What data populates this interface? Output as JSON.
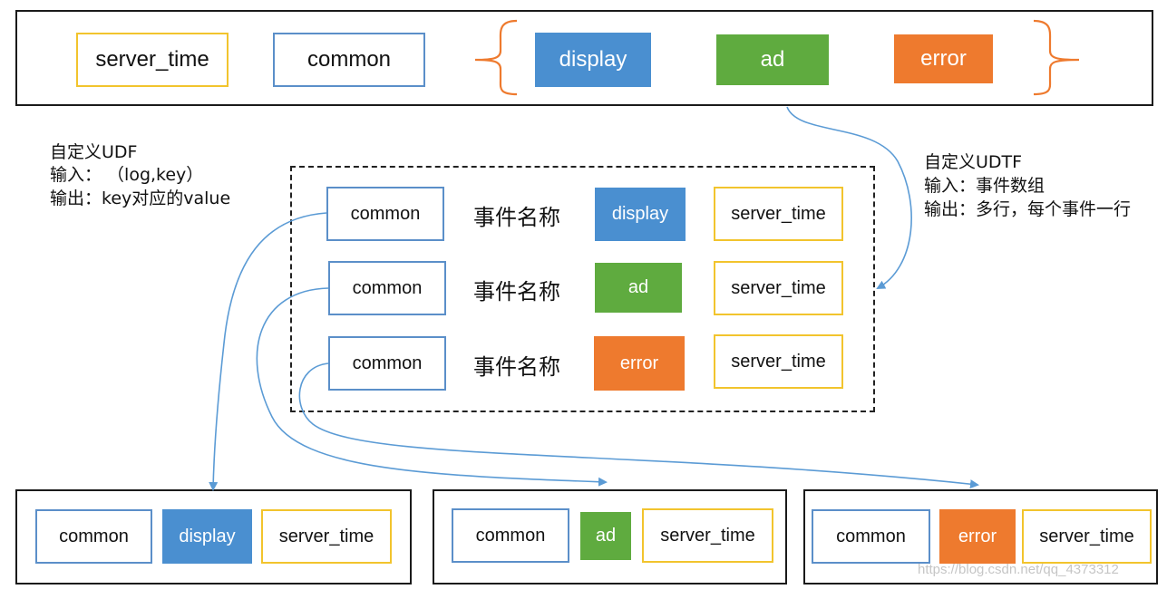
{
  "colors": {
    "display": "#4a8fd0",
    "ad": "#5fab3f",
    "error": "#ee7a2e",
    "accent_orange": "#ee7a2e",
    "arrow": "#5b9bd5"
  },
  "top": {
    "server_time": "server_time",
    "common": "common",
    "events": {
      "display": "display",
      "ad": "ad",
      "error": "error"
    }
  },
  "udf_note": {
    "line1": "自定义UDF",
    "line2": "输入：  （log,key）",
    "line3": "输出：key对应的value"
  },
  "udtf_note": {
    "line1": "自定义UDTF",
    "line2": "输入：事件数组",
    "line3": "输出：多行，每个事件一行"
  },
  "middle": {
    "rows": [
      {
        "common": "common",
        "event_name": "事件名称",
        "event": "display",
        "server_time": "server_time"
      },
      {
        "common": "common",
        "event_name": "事件名称",
        "event": "ad",
        "server_time": "server_time"
      },
      {
        "common": "common",
        "event_name": "事件名称",
        "event": "error",
        "server_time": "server_time"
      }
    ]
  },
  "bottom": [
    {
      "common": "common",
      "event": "display",
      "server_time": "server_time"
    },
    {
      "common": "common",
      "event": "ad",
      "server_time": "server_time"
    },
    {
      "common": "common",
      "event": "error",
      "server_time": "server_time"
    }
  ],
  "watermark": "https://blog.csdn.net/qq_4373312"
}
